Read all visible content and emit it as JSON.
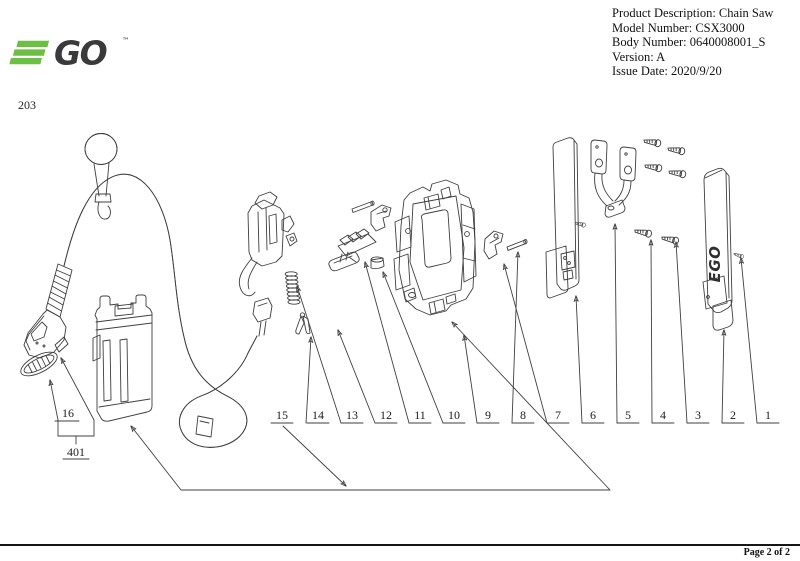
{
  "logo": {
    "go_text": "GO",
    "tm": "™"
  },
  "colors": {
    "ego_green": "#6CBE45",
    "ink_dark": "#3A3A3C"
  },
  "header": {
    "lines": [
      "Product Description: Chain Saw",
      "Model Number: CSX3000",
      "Body Number: 0640008001_S",
      "Version: A",
      "Issue Date: 2020/9/20"
    ]
  },
  "doc_code": "203",
  "diagram": {
    "cover_logo_text": "EGO",
    "callouts": {
      "n1": "1",
      "n2": "2",
      "n3": "3",
      "n4": "4",
      "n5": "5",
      "n6": "6",
      "n7": "7",
      "n8": "8",
      "n9": "9",
      "n10": "10",
      "n11": "11",
      "n12": "12",
      "n13": "13",
      "n14": "14",
      "n15": "15",
      "n16": "16",
      "n401": "401"
    }
  },
  "footer": {
    "page_label": "Page 2 of 2"
  }
}
